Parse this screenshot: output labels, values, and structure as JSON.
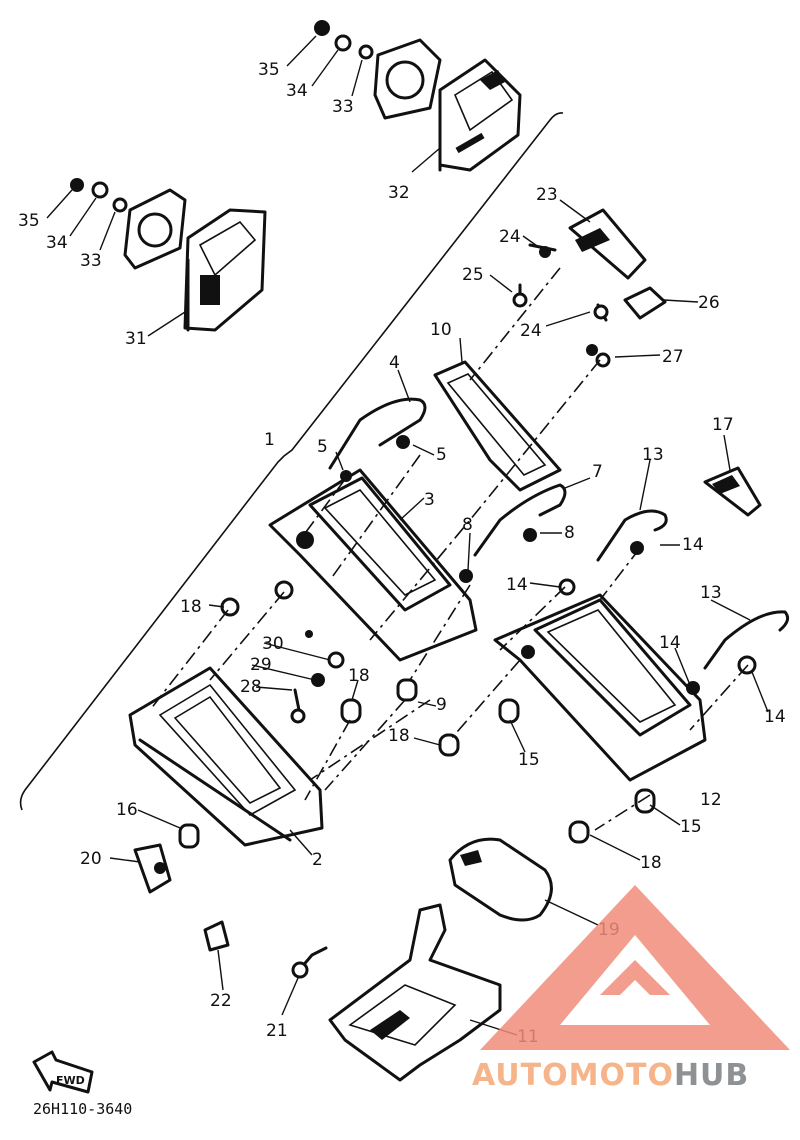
{
  "callouts": {
    "c1": "1",
    "c2": "2",
    "c3": "3",
    "c4": "4",
    "c5a": "5",
    "c5b": "5",
    "c7": "7",
    "c8a": "8",
    "c8b": "8",
    "c9": "9",
    "c10": "10",
    "c11": "11",
    "c12": "12",
    "c13a": "13",
    "c13b": "13",
    "c14a": "14",
    "c14b": "14",
    "c14c": "14",
    "c14d": "14",
    "c15a": "15",
    "c15b": "15",
    "c16": "16",
    "c17": "17",
    "c18a": "18",
    "c18b": "18",
    "c18c": "18",
    "c18d": "18",
    "c19": "19",
    "c20": "20",
    "c21": "21",
    "c22": "22",
    "c23": "23",
    "c24a": "24",
    "c24b": "24",
    "c25": "25",
    "c26": "26",
    "c27": "27",
    "c28": "28",
    "c29": "29",
    "c30": "30",
    "c31": "31",
    "c32": "32",
    "c33a": "33",
    "c33b": "33",
    "c34a": "34",
    "c34b": "34",
    "c35a": "35",
    "c35b": "35"
  },
  "drawing_code": "26H110-3640",
  "fwd_badge": "FWD",
  "watermark": {
    "part1": "AUTO",
    "part2": "MOTO",
    "part3": "HUB"
  },
  "colors": {
    "ink": "#111111",
    "watermark_red": "#f08c7a",
    "watermark_orange": "#f6b48a",
    "watermark_gray": "#8f9295"
  }
}
